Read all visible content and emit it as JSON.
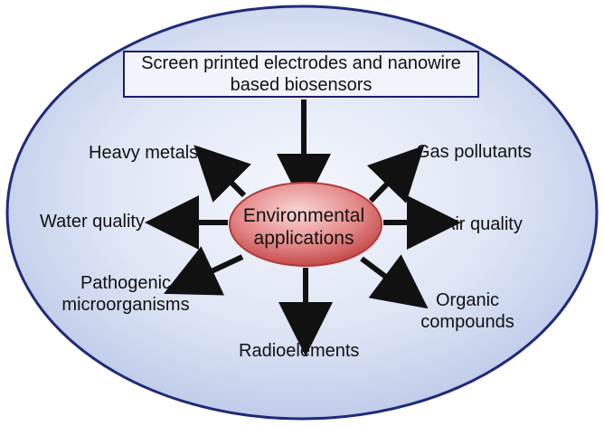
{
  "diagram": {
    "title_line1": "Screen printed electrodes and nanowire",
    "title_line2": "based biosensors",
    "center_line1": "Environmental",
    "center_line2": "applications",
    "nodes": {
      "heavy_metals": "Heavy metals",
      "gas_pollutants": "Gas pollutants",
      "water_quality": "Water quality",
      "air_quality": "Air quality",
      "pathogenic_line1": "Pathogenic",
      "pathogenic_line2": "microorganisms",
      "organic_line1": "Organic",
      "organic_line2": "compounds",
      "radioelements": "Radioelements"
    },
    "colors": {
      "ellipse_fill": "#c9d5ee",
      "ellipse_stroke": "#1f2a78",
      "center_fill": "#e07a7a",
      "arrow": "#111111"
    }
  }
}
